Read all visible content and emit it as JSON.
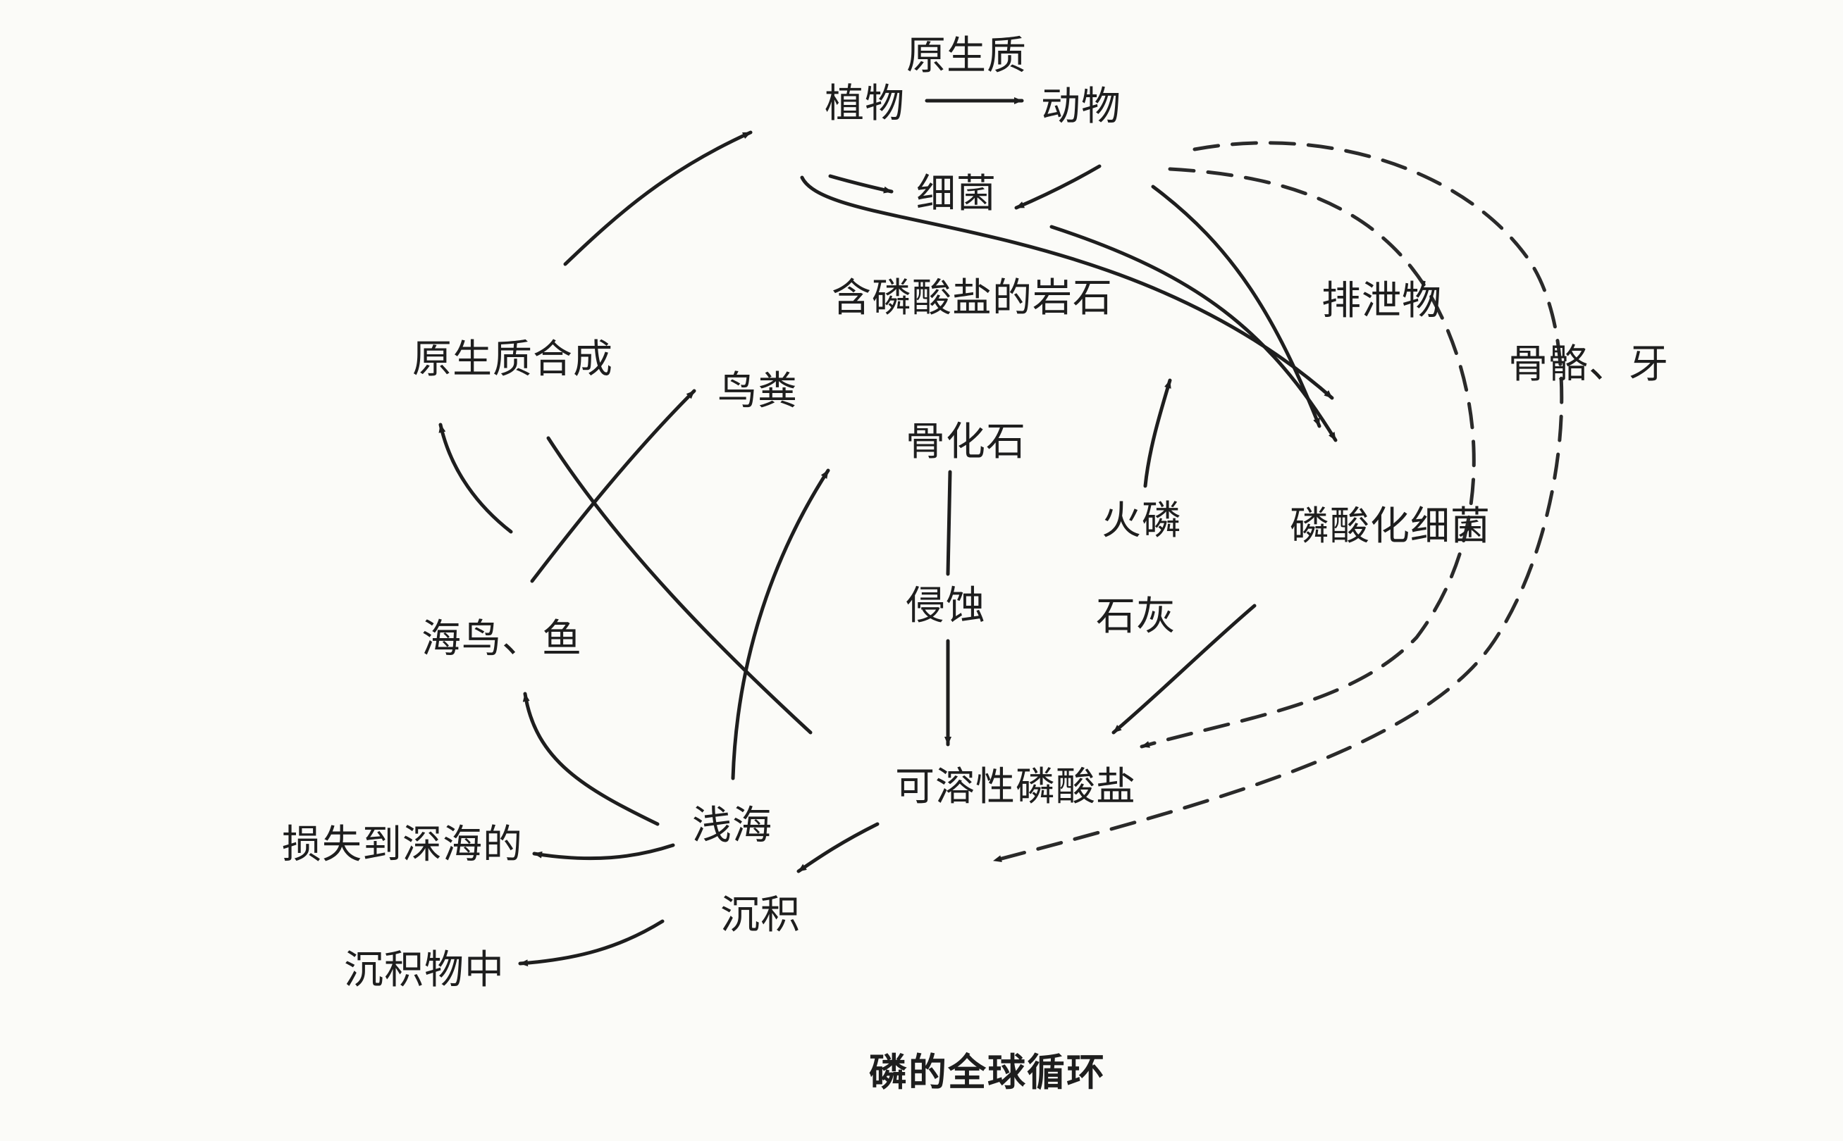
{
  "diagram": {
    "nodes": {
      "protoplasm": "原生质",
      "plants": "植物",
      "animals": "动物",
      "bacteria": "细菌",
      "phosphate_rock": "含磷酸盐的岩石",
      "excreta": "排泄物",
      "bones_teeth": "骨骼、牙",
      "protoplasm_synthesis": "原生质合成",
      "guano": "鸟粪",
      "bone_fossil": "骨化石",
      "volcanic_phosphorus": "火磷",
      "phosphatizing_bacteria": "磷酸化细菌",
      "erosion": "侵蚀",
      "lime": "石灰",
      "seabirds_fish": "海鸟、鱼",
      "soluble_phosphate": "可溶性磷酸盐",
      "shallow_sea": "浅海",
      "lost_to_deep_sea": "损失到深海的",
      "deposition": "沉积",
      "in_sediments": "沉积物中"
    },
    "caption": "磷的全球循环"
  }
}
